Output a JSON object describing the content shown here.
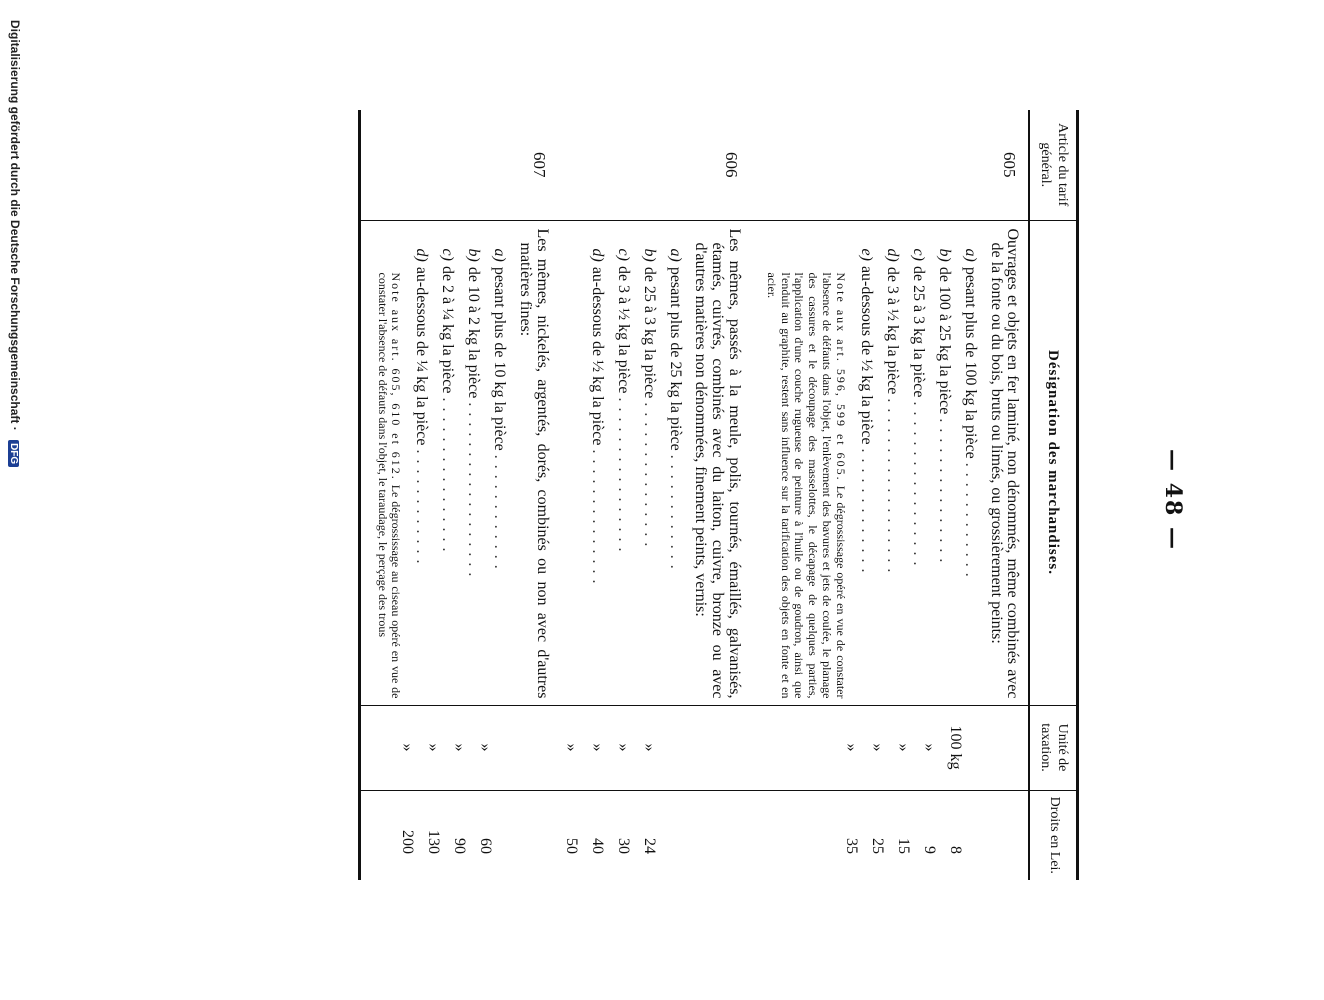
{
  "page_number": "— 48 —",
  "columns": {
    "article": "Article du tarif général.",
    "designation": "Désignation des marchandises.",
    "unite": "Unité de taxation.",
    "droits": "Droits en Lei."
  },
  "rows": [
    {
      "article": "605",
      "intro": "Ouvrages et objets en fer laminé, non dénommés, même combinés avec de la fonte ou du bois, bruts ou limés, ou grossièrement peints:",
      "items": [
        {
          "label": "a)",
          "text": "pesant plus de 100 kg la pièce",
          "unit": "100 kg",
          "droit": "8"
        },
        {
          "label": "b)",
          "text": "de 100 à 25 kg la pièce",
          "unit": "»",
          "droit": "9"
        },
        {
          "label": "c)",
          "text": "de 25 à 3 kg la pièce",
          "unit": "»",
          "droit": "15"
        },
        {
          "label": "d)",
          "text": "de 3 à ½ kg la pièce",
          "unit": "»",
          "droit": "25"
        },
        {
          "label": "e)",
          "text": "au-dessous de ½ kg la pièce",
          "unit": "»",
          "droit": "35"
        }
      ],
      "note_head": "Note aux art. 596, 599 et 605.",
      "note": "Le dégrossissage opéré en vue de constater l'absence de défauts dans l'objet, l'enlèvement des bavures et jets de coulée, le planage des cassures et le découpage des masselottes, le décapage de quelques parties, l'application d'une couche rugueuse de peinture à l'huile ou de goudron, ainsi que l'enduit au graphite, restent sans influence sur la tarification des objets en fonte et en acier."
    },
    {
      "article": "606",
      "intro": "Les mêmes, passés à la meule, polis, tournés, émaillés, galvanisés, étamés, cuivrés, combinés avec du laiton, cuivre, bronze ou avec d'autres matières non dénommées, finement peints, vernis:",
      "items": [
        {
          "label": "a)",
          "text": "pesant plus de 25 kg la pièce",
          "unit": "»",
          "droit": "24"
        },
        {
          "label": "b)",
          "text": "de 25 à 3 kg la pièce",
          "unit": "»",
          "droit": "30"
        },
        {
          "label": "c)",
          "text": "de 3 à ½ kg la pièce",
          "unit": "»",
          "droit": "40"
        },
        {
          "label": "d)",
          "text": "au-dessous de ½ kg la pièce",
          "unit": "»",
          "droit": "50"
        }
      ]
    },
    {
      "article": "607",
      "intro": "Les mêmes, nickelés, argentés, dorés, combinés ou non avec d'autres matières fines:",
      "items": [
        {
          "label": "a)",
          "text": "pesant plus de 10 kg la pièce",
          "unit": "»",
          "droit": "60"
        },
        {
          "label": "b)",
          "text": "de 10 à 2 kg la pièce",
          "unit": "»",
          "droit": "90"
        },
        {
          "label": "c)",
          "text": "de 2 à ¼ kg la pièce",
          "unit": "»",
          "droit": "130"
        },
        {
          "label": "d)",
          "text": "au-dessous de ¼ kg la pièce",
          "unit": "»",
          "droit": "200"
        }
      ],
      "note_head": "Note aux art. 605, 610 et 612.",
      "note": "Le dégrossissage au ciseau opéré en vue de constater l'absence de défauts dans l'objet, le taraudage, le perçage des trous"
    }
  ],
  "footer": {
    "text": "Digitalisierung gefördert durch die Deutsche Forschungsgemeinschaft ·",
    "badge": "DFG"
  }
}
